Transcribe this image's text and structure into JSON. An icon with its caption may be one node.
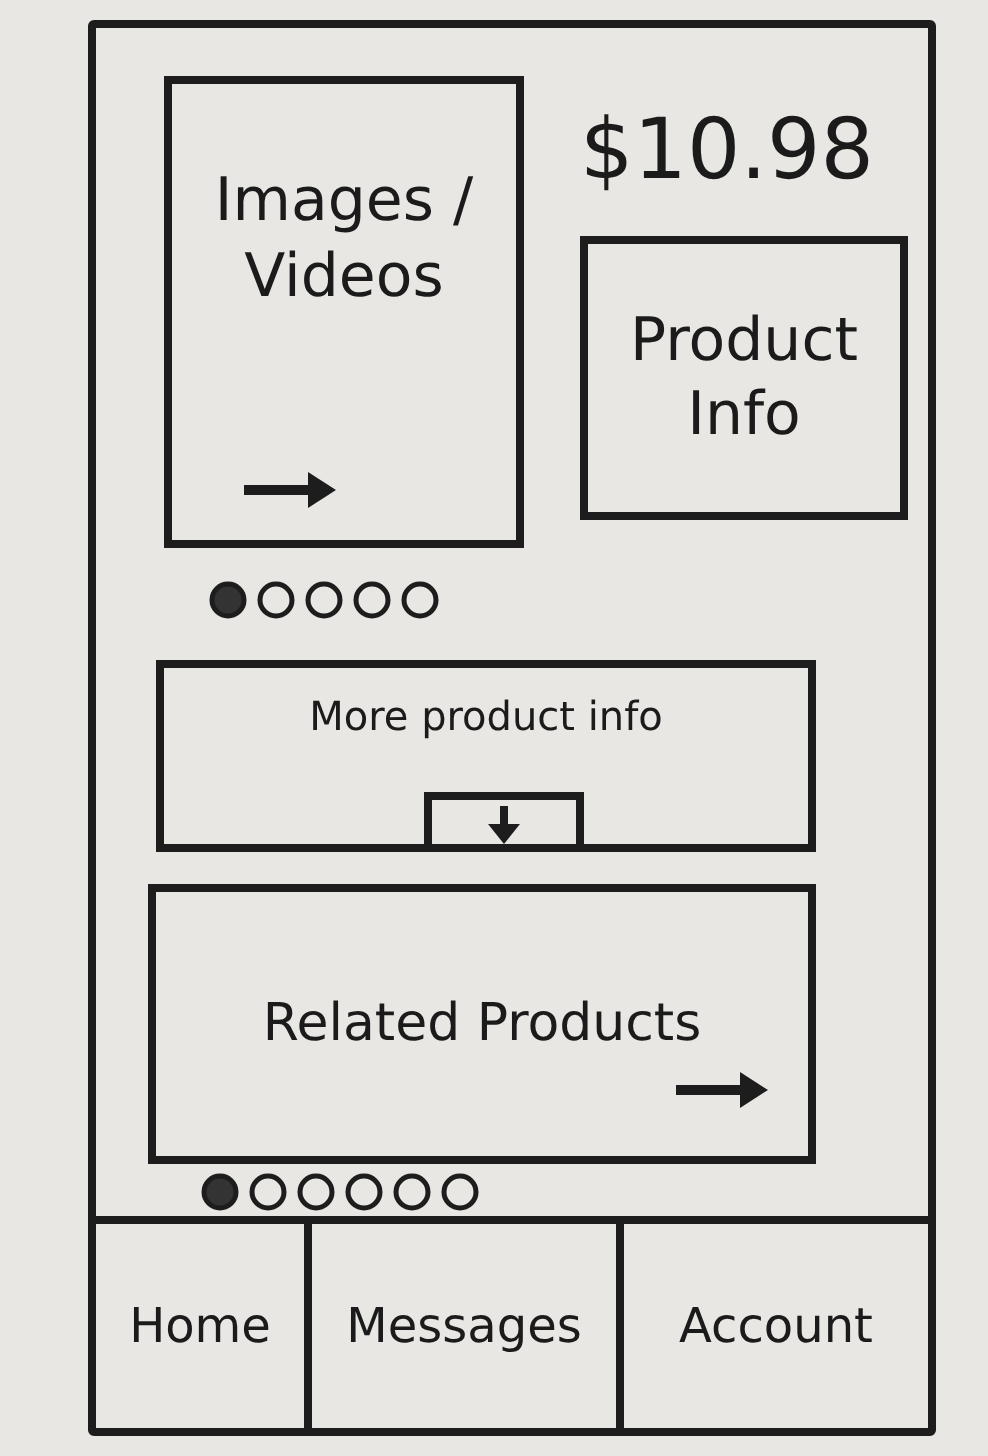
{
  "diagram": {
    "nodes": [
      {
        "text": [],
        "shape": "box"
      },
      {
        "text": [
          "Images / Videos"
        ],
        "in": 0
      },
      {
        "text": [
          "Product Info"
        ],
        "in": 0
      },
      {
        "text": [
          "More product info"
        ],
        "in": 0
      },
      {
        "text": [
          "Related Products"
        ],
        "in": 0
      },
      {
        "text": [
          "Home"
        ],
        "in": 0
      },
      {
        "text": [
          "Messages"
        ],
        "in": 0
      },
      {
        "text": [
          "Account"
        ],
        "in": 0
      }
    ],
    "labels": [
      "$10.98"
    ]
  }
}
